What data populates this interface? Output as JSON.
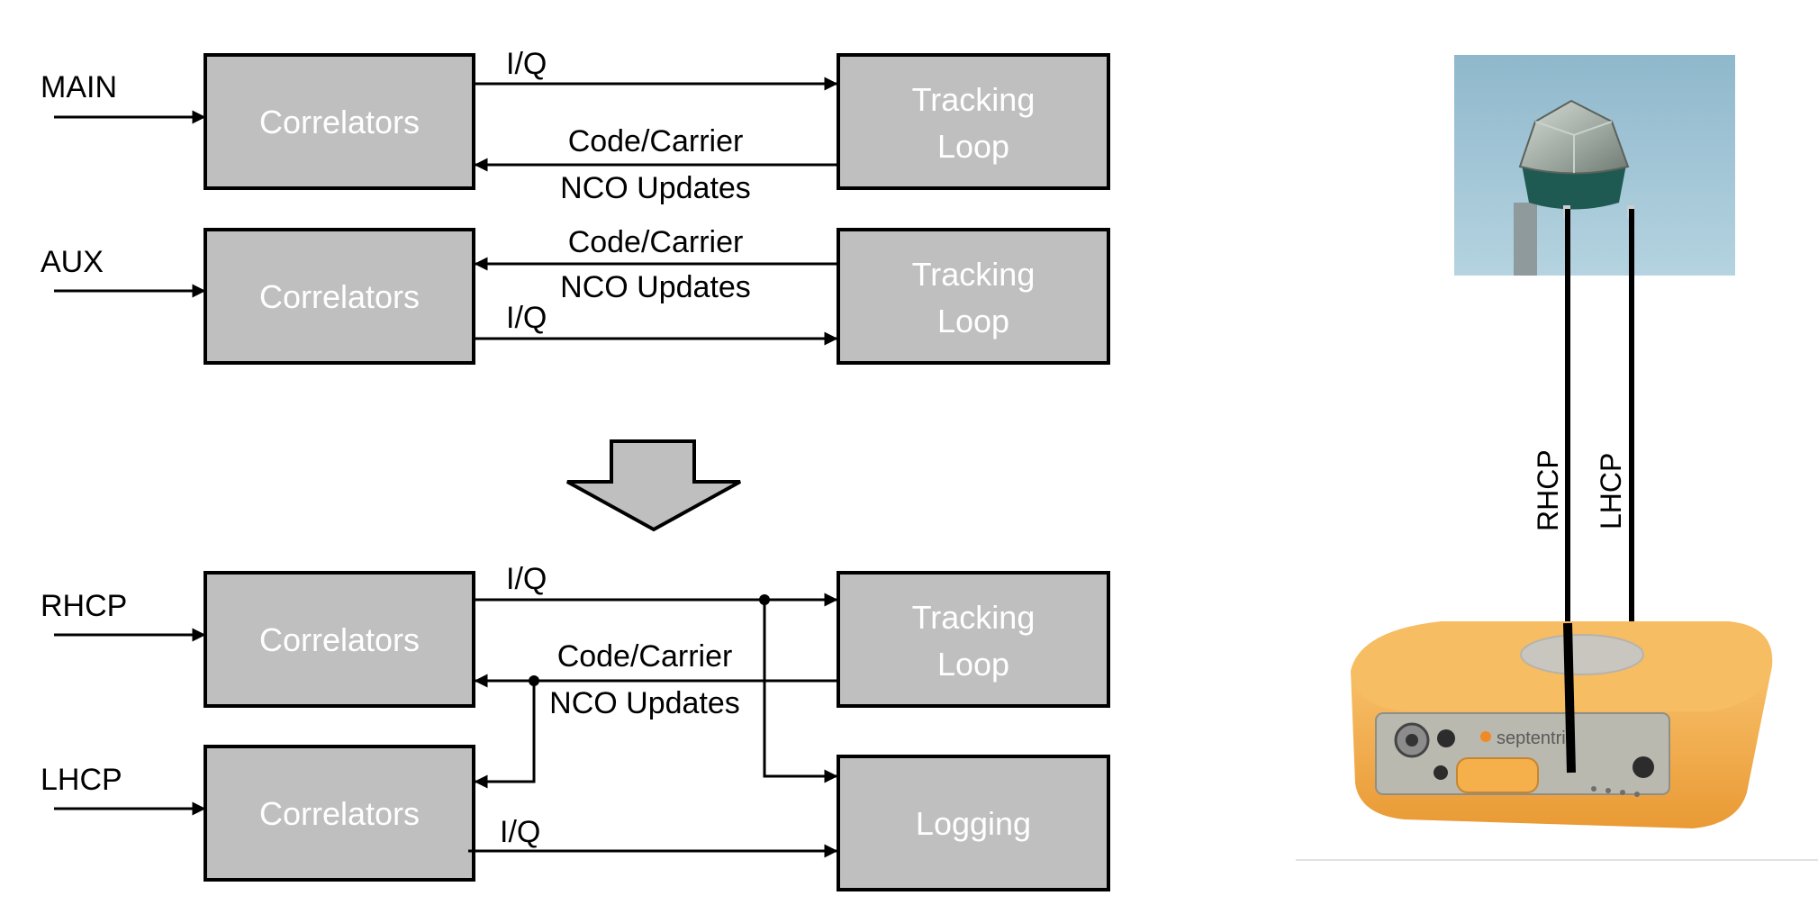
{
  "top_section": {
    "main_input": "MAIN",
    "aux_input": "AUX",
    "correlators_main": "Correlators",
    "correlators_aux": "Correlators",
    "tracking_main_line1": "Tracking",
    "tracking_main_line2": "Loop",
    "tracking_aux_line1": "Tracking",
    "tracking_aux_line2": "Loop",
    "iq_main": "I/Q",
    "iq_aux": "I/Q",
    "nco_main_line1": "Code/Carrier",
    "nco_main_line2": "NCO Updates",
    "nco_aux_line1": "Code/Carrier",
    "nco_aux_line2": "NCO Updates"
  },
  "bottom_section": {
    "rhcp_input": "RHCP",
    "lhcp_input": "LHCP",
    "correlators_rhcp": "Correlators",
    "correlators_lhcp": "Correlators",
    "tracking_line1": "Tracking",
    "tracking_line2": "Loop",
    "logging": "Logging",
    "iq_rhcp": "I/Q",
    "iq_lhcp": "I/Q",
    "nco_line1": "Code/Carrier",
    "nco_line2": "NCO Updates"
  },
  "hardware": {
    "cable_rhcp": "RHCP",
    "cable_lhcp": "LHCP",
    "receiver_brand": "septentrio"
  },
  "colors": {
    "block_fill": "#bfbfbf",
    "block_text": "#ffffff",
    "receiver_body": "#f5b04c",
    "sky": "#9cc3d4"
  }
}
